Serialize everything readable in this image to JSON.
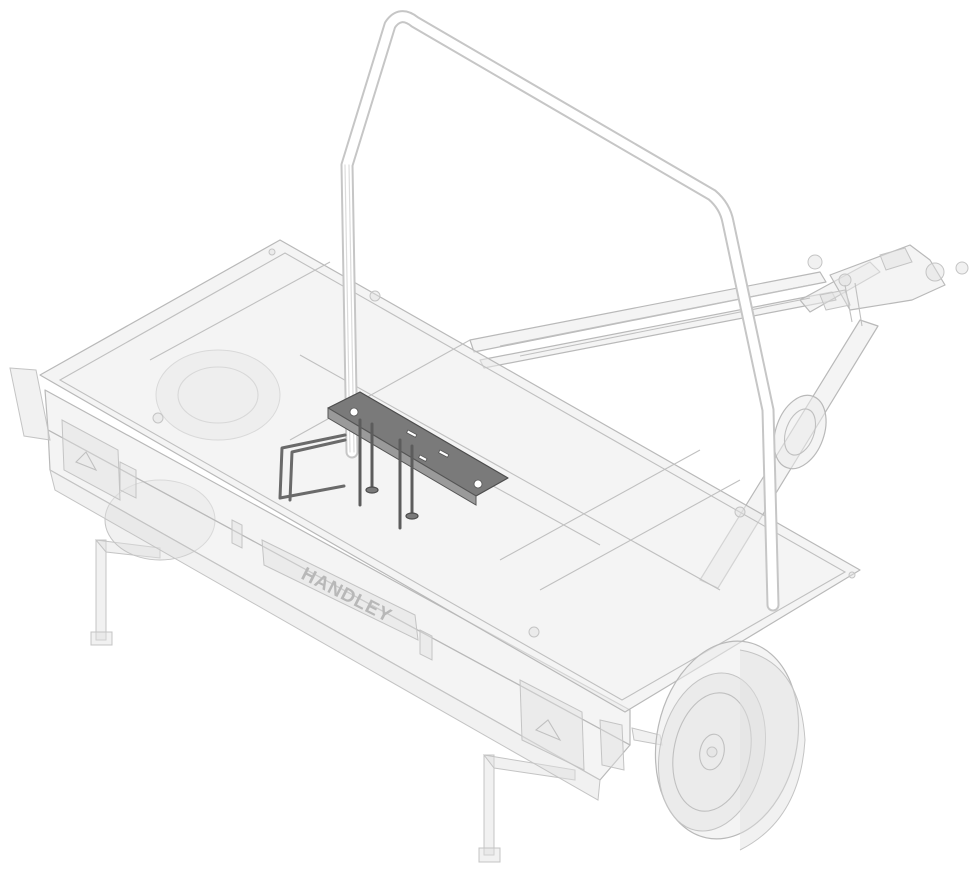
{
  "figure": {
    "subject": "trailer-with-mounting-bracket",
    "highlighted_part": "mounting-bracket",
    "brand_plate_text": "HANDLEY",
    "colors": {
      "background": "#ffffff",
      "ghost_outline": "#b9b9b9",
      "highlight_part": "#7a7a7a"
    }
  }
}
